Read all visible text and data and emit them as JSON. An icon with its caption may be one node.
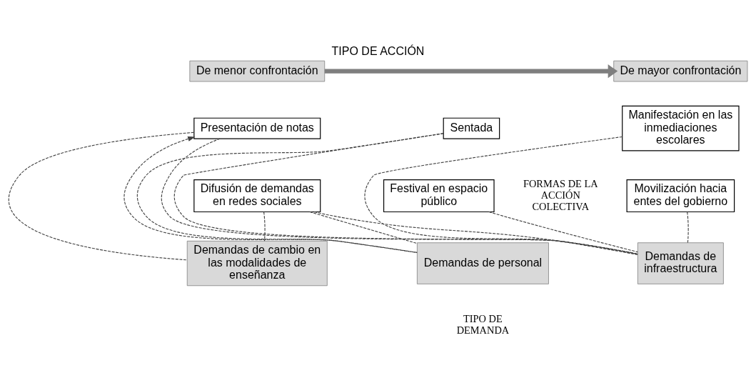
{
  "diagram": {
    "title": "TIPO DE ACCIÓN",
    "nodes": [
      {
        "text": [
          "De menor confrontación"
        ]
      },
      {
        "text": [
          "De mayor confrontación"
        ]
      },
      {
        "text": [
          "Presentación de notas"
        ]
      },
      {
        "text": [
          "Sentada"
        ]
      },
      {
        "text": [
          "Manifestación en las inmediaciones escolares"
        ]
      },
      {
        "text": [
          "Festival en espacio público"
        ]
      },
      {
        "text": [
          "Movilización hacia entes del gobierno"
        ]
      },
      {
        "text": [
          "Difusión de demandas en redes sociales"
        ]
      },
      {
        "text": [
          "Demandas de cambio en las modalidades de enseñanza"
        ]
      },
      {
        "text": [
          "Demandas de personal"
        ]
      },
      {
        "text": [
          "Demandas de infraestructura"
        ]
      }
    ],
    "edges": [
      {
        "from": 0,
        "to": 1,
        "arrow": "to",
        "style": "thick",
        "color": "#7f7f7f"
      },
      {
        "from": 2,
        "to": 8,
        "arrow": "none",
        "style": "dashed"
      },
      {
        "from": 9,
        "to": 2,
        "arrow": "to",
        "style": "dashed"
      },
      {
        "from": 2,
        "to": 10,
        "arrow": "none",
        "style": "dashed"
      },
      {
        "from": 3,
        "to": 9,
        "arrow": "none",
        "style": "dashed"
      },
      {
        "from": 3,
        "to": 10,
        "arrow": "none",
        "style": "dashed"
      },
      {
        "from": 7,
        "to": 8,
        "arrow": "none",
        "style": "dashed"
      },
      {
        "from": 7,
        "to": 9,
        "arrow": "none",
        "style": "dashed"
      },
      {
        "from": 7,
        "to": 10,
        "arrow": "none",
        "style": "dashed"
      },
      {
        "from": 4,
        "to": 10,
        "arrow": "none",
        "style": "dashed"
      },
      {
        "from": 5,
        "to": 10,
        "arrow": "none",
        "style": "dashed"
      },
      {
        "from": 6,
        "to": 10,
        "arrow": "none",
        "style": "dashed"
      }
    ],
    "labels": [
      "FORMAS DE LA ACCIÓN COLECTIVA",
      "TIPO DE DEMANDA"
    ]
  }
}
